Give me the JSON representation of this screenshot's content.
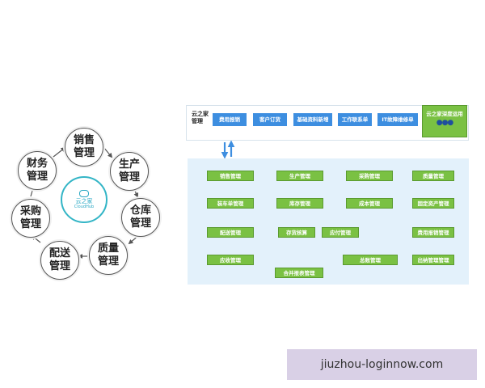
{
  "cycle": {
    "center": {
      "title": "云之家",
      "subtitle": "CloudHub"
    },
    "nodes": [
      "销售管理",
      "生产管理",
      "仓库管理",
      "质量管理",
      "配送管理",
      "采购管理",
      "财务管理"
    ]
  },
  "flow": {
    "header_label": "云之家管理",
    "top_buttons": [
      "费用报销",
      "客户订货",
      "基础资料新增",
      "工作联系单",
      "IT故障维修单"
    ],
    "deep_use": "云之家深度运用",
    "boxes": {
      "sales": "销售管理",
      "production": "生产管理",
      "purchase": "采购管理",
      "quality": "质量管理",
      "loading": "装车单管理",
      "inventory": "库存管理",
      "cost": "成本管理",
      "fixed_assets": "固定资产管理",
      "delivery": "配送管理",
      "stock_check": "存货核算",
      "payable": "应付管理",
      "expense": "费用报销管理",
      "receivable": "应收管理",
      "ledger": "总账管理",
      "cashier": "出纳管理管理",
      "consolidated": "合并报表管理"
    }
  },
  "watermark": "jiuzhou-loginnow.com",
  "colors": {
    "green": "#7ac143",
    "blue": "#3d8ee0",
    "panel": "#e3f1fb",
    "accent": "#33b5c6"
  }
}
